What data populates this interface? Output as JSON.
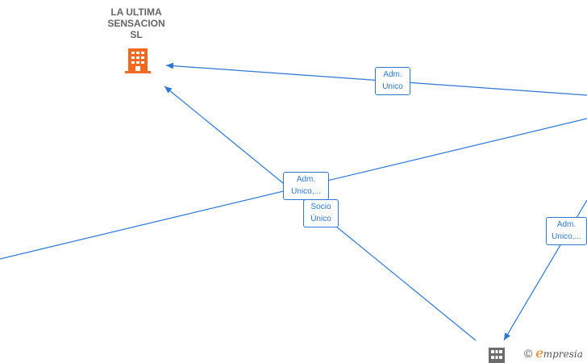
{
  "nodes": {
    "main_company": {
      "name_lines": [
        "LA ULTIMA",
        "SENSACION",
        "SL"
      ],
      "color": "#f26a22",
      "icon": "building-icon"
    },
    "bottom_company": {
      "color": "#6b6b6b",
      "icon": "building-icon"
    }
  },
  "edges": [
    {
      "id": "edge-adm-unico-top",
      "label_lines": [
        "Adm.",
        "Unico"
      ]
    },
    {
      "id": "edge-adm-unico-mid",
      "label_lines": [
        "Adm.",
        "Unico,..."
      ]
    },
    {
      "id": "edge-socio-unico",
      "label_lines": [
        "Socio",
        "Único"
      ]
    },
    {
      "id": "edge-adm-unico-right",
      "label_lines": [
        "Adm.",
        "Unico,..."
      ]
    }
  ],
  "colors": {
    "edge": "#2f77d3",
    "node_title": "#666666",
    "brand_accent": "#f07b10"
  },
  "footer": {
    "copyright_symbol": "©",
    "brand_first_letter": "e",
    "brand_rest": "mpresia"
  }
}
